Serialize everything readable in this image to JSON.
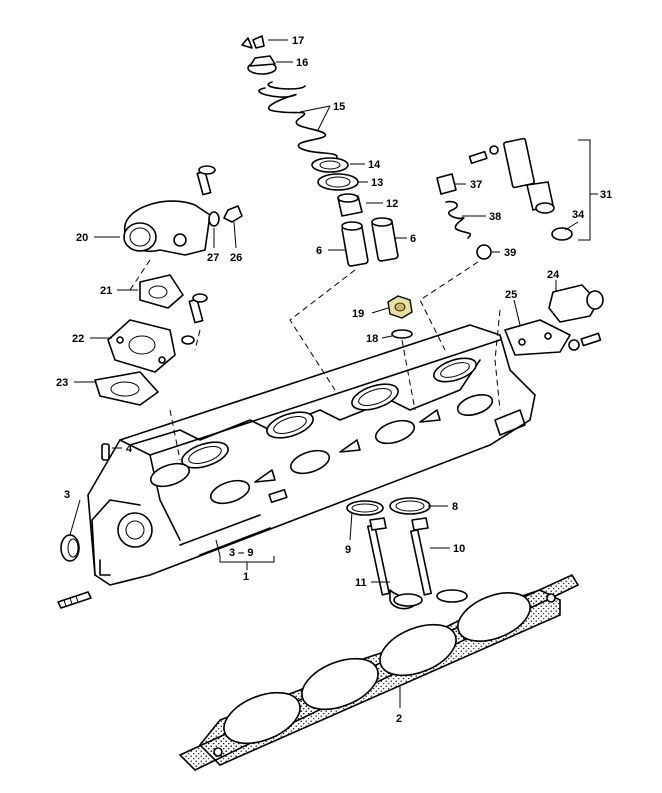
{
  "callouts": {
    "c1": "1",
    "c2": "2",
    "c3": "3",
    "c3_9": "3 – 9",
    "c4": "4",
    "c6a": "6",
    "c6b": "6",
    "c8": "8",
    "c9": "9",
    "c10": "10",
    "c11": "11",
    "c12": "12",
    "c13": "13",
    "c14": "14",
    "c15": "15",
    "c16": "16",
    "c17": "17",
    "c18": "18",
    "c19": "19",
    "c20": "20",
    "c21": "21",
    "c22": "22",
    "c23": "23",
    "c24": "24",
    "c25": "25",
    "c26": "26",
    "c27": "27",
    "c31": "31",
    "c34": "34",
    "c37": "37",
    "c38": "38",
    "c39": "39"
  },
  "colors": {
    "line": "#000000",
    "background": "#ffffff",
    "nut_highlight": "#e8e0a0"
  }
}
